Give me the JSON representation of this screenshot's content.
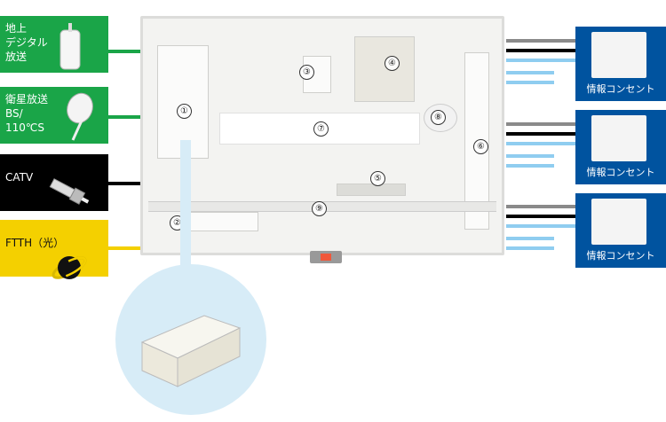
{
  "sources": [
    {
      "lines": [
        "地上",
        "デジタル",
        "放送"
      ],
      "icon": "tv-antenna-icon",
      "color": "#1aa548"
    },
    {
      "lines": [
        "衛星放送",
        "BS/",
        "110℃S"
      ],
      "icon": "satellite-dish-icon",
      "color": "#1aa548"
    },
    {
      "lines": [
        "CATV"
      ],
      "icon": "coax-connector-icon",
      "color": "#000000"
    },
    {
      "lines": [
        "FTTH（光）"
      ],
      "icon": "globe-fiber-icon",
      "color": "#f4d000"
    }
  ],
  "outlets": [
    {
      "label": "情報コンセント"
    },
    {
      "label": "情報コンセント"
    },
    {
      "label": "情報コンセント"
    }
  ],
  "components": [
    "①",
    "②",
    "③",
    "④",
    "⑤",
    "⑥",
    "⑦",
    "⑧",
    "⑨"
  ],
  "colors": {
    "green": "#1aa548",
    "black": "#000000",
    "yellow": "#f4d000",
    "blue": "#00539f",
    "lightblue": "#8fcdf0",
    "gray": "#8a8a8a"
  }
}
